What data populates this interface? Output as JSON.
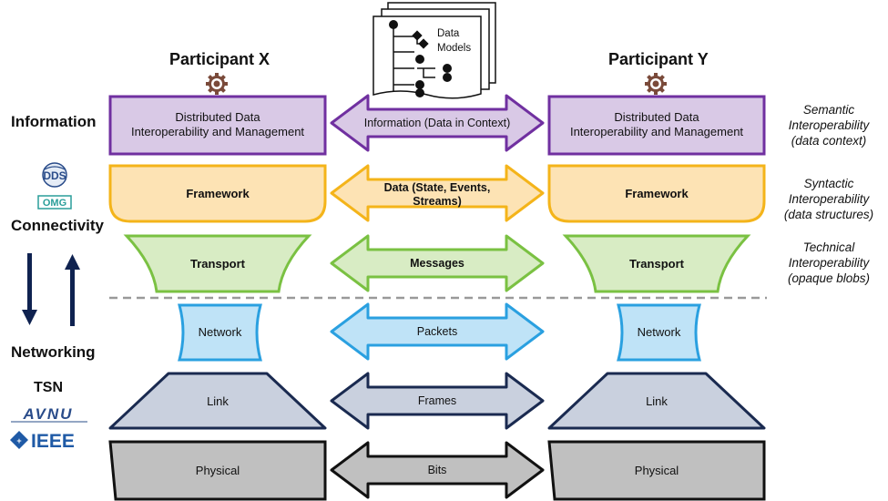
{
  "participants": {
    "left": "Participant X",
    "right": "Participant Y"
  },
  "data_models": {
    "line1": "Data",
    "line2": "Models"
  },
  "side_labels": {
    "information": "Information",
    "connectivity": "Connectivity",
    "networking": "Networking",
    "tsn": "TSN"
  },
  "logos": {
    "dds": "DDS",
    "omg": "OMG",
    "avnu": "AVNU",
    "ieee": "IEEE"
  },
  "layers": {
    "information": {
      "line1": "Distributed Data",
      "line2": "Interoperability and Management"
    },
    "framework": "Framework",
    "transport": "Transport",
    "network": "Network",
    "link": "Link",
    "physical": "Physical"
  },
  "arrows": {
    "information": "Information (Data in Context)",
    "data_line1": "Data (State, Events,",
    "data_line2": "Streams)",
    "messages": "Messages",
    "packets": "Packets",
    "frames": "Frames",
    "bits": "Bits"
  },
  "interoperability": {
    "semantic": {
      "line1": "Semantic",
      "line2": "Interoperability",
      "line3": "(data context)"
    },
    "syntactic": {
      "line1": "Syntactic",
      "line2": "Interoperability",
      "line3": "(data structures)"
    },
    "technical": {
      "line1": "Technical",
      "line2": "Interoperability",
      "line3": "(opaque blobs)"
    }
  },
  "colors": {
    "information_fill": "#d9c9e6",
    "information_stroke": "#7030a0",
    "framework_fill": "#fde3b4",
    "framework_stroke": "#f4b41a",
    "transport_fill": "#d8ecc4",
    "transport_stroke": "#7ac142",
    "network_fill": "#bfe3f7",
    "network_stroke": "#2aa0e0",
    "link_fill": "#c9d0de",
    "link_stroke": "#1a2a50",
    "physical_fill": "#c0c0c0",
    "physical_stroke": "#111111",
    "dark_arrow": "#0f2250",
    "gear": "#7a4a3a"
  }
}
